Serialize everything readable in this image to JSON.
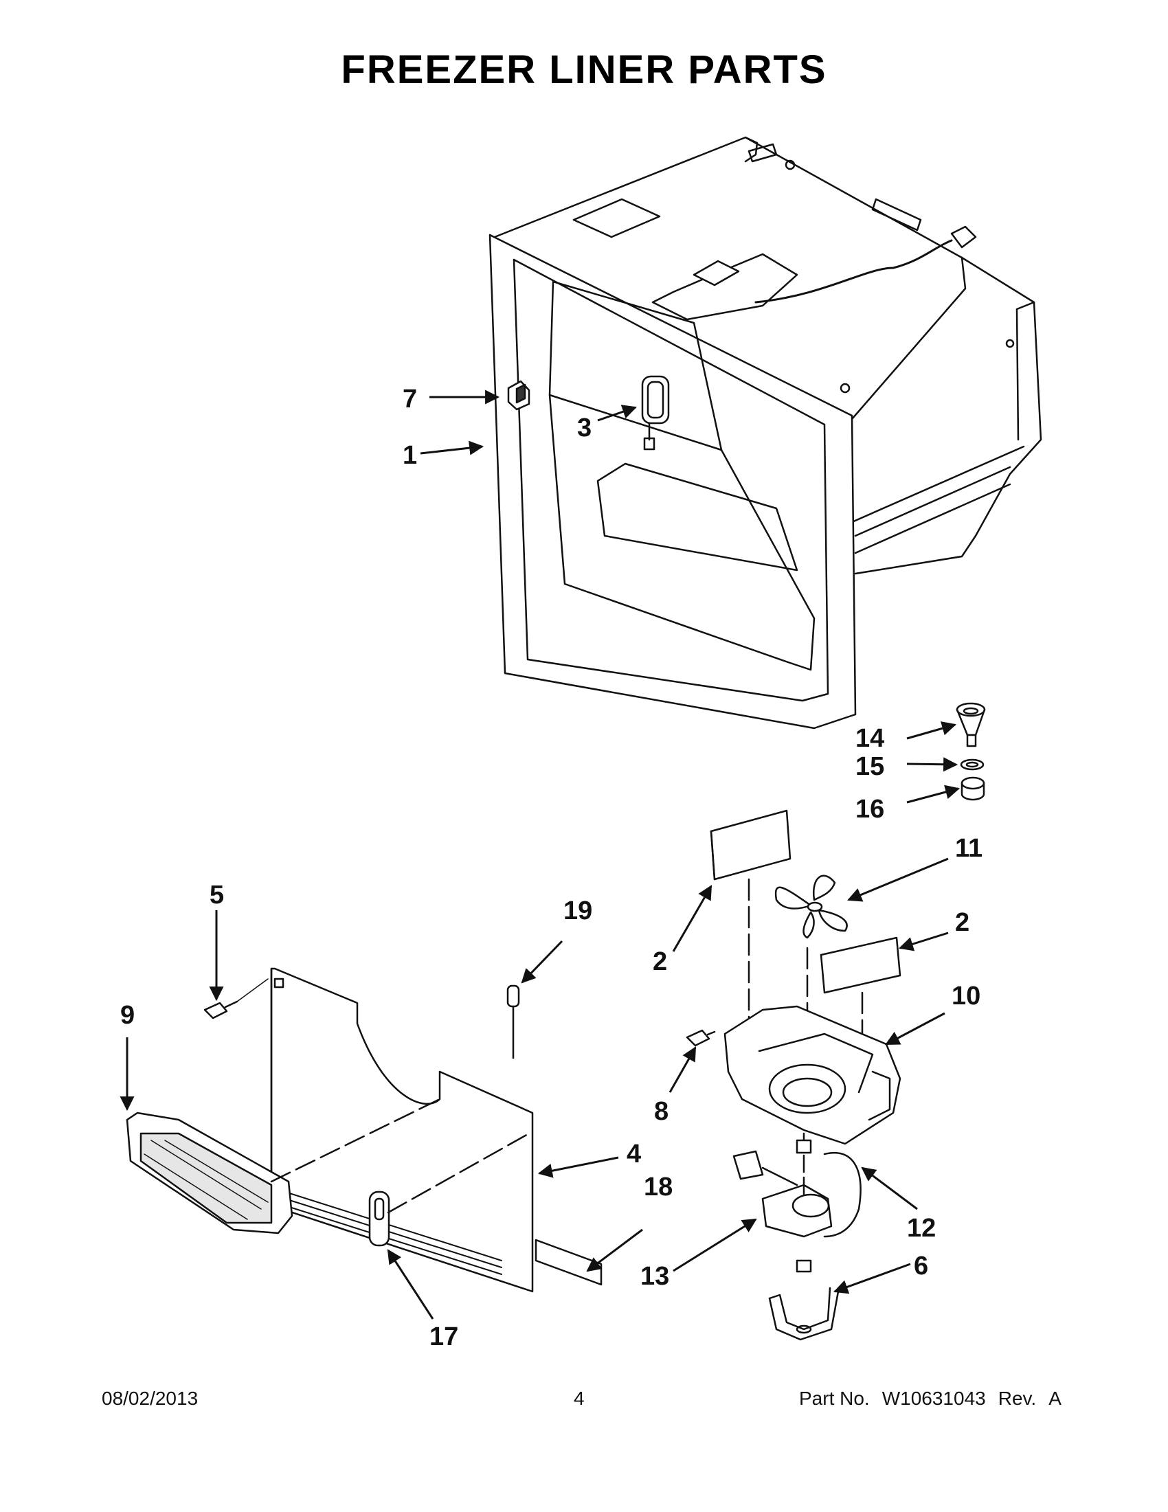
{
  "title": "FREEZER LINER PARTS",
  "footer": {
    "date": "08/02/2013",
    "page": "4",
    "part_label": "Part No.",
    "part_number": "W10631043",
    "rev_label": "Rev.",
    "rev": "A"
  },
  "callouts": {
    "c1": "1",
    "c2a": "2",
    "c2b": "2",
    "c3": "3",
    "c4": "4",
    "c5": "5",
    "c6": "6",
    "c7": "7",
    "c8": "8",
    "c9": "9",
    "c10": "10",
    "c11": "11",
    "c12": "12",
    "c13": "13",
    "c14": "14",
    "c15": "15",
    "c16": "16",
    "c17": "17",
    "c18": "18",
    "c19": "19"
  },
  "colors": {
    "line": "#111111",
    "fill": "#ffffff",
    "shade": "#d9d9d9"
  }
}
